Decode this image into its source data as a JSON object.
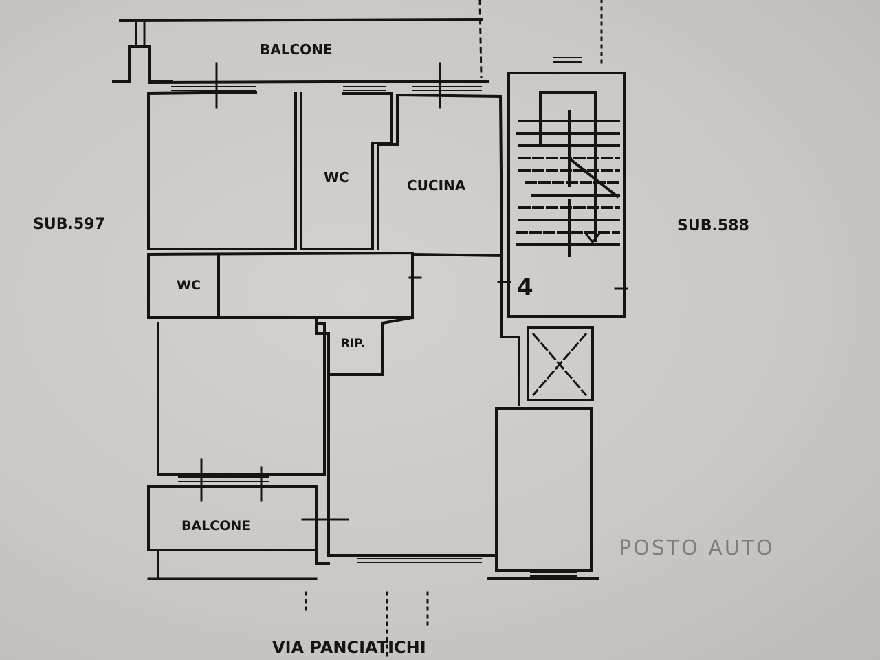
{
  "plan": {
    "type": "floor-plan",
    "street": "VIA PANCIATICHI",
    "neighbors": {
      "left": "SUB.597",
      "right": "SUB.588"
    },
    "annotations": {
      "parking": "POSTO AUTO"
    },
    "rooms": [
      {
        "id": "balcony-top",
        "label": "BALCONE"
      },
      {
        "id": "bedroom-top-left",
        "label": ""
      },
      {
        "id": "wc-top",
        "label": "WC"
      },
      {
        "id": "kitchen",
        "label": "CUCINA"
      },
      {
        "id": "wc-left",
        "label": "WC"
      },
      {
        "id": "corridor",
        "label": ""
      },
      {
        "id": "storage",
        "label": "RIP."
      },
      {
        "id": "bedroom-bottom-left",
        "label": ""
      },
      {
        "id": "living-room",
        "label": ""
      },
      {
        "id": "balcony-bottom",
        "label": "BALCONE"
      },
      {
        "id": "stairwell",
        "label": ""
      },
      {
        "id": "elevator",
        "label": ""
      },
      {
        "id": "garage-space",
        "label": ""
      }
    ],
    "stair_marker": "4",
    "colors": {
      "paper": "#cbc7c4",
      "ink": "#161412"
    }
  }
}
